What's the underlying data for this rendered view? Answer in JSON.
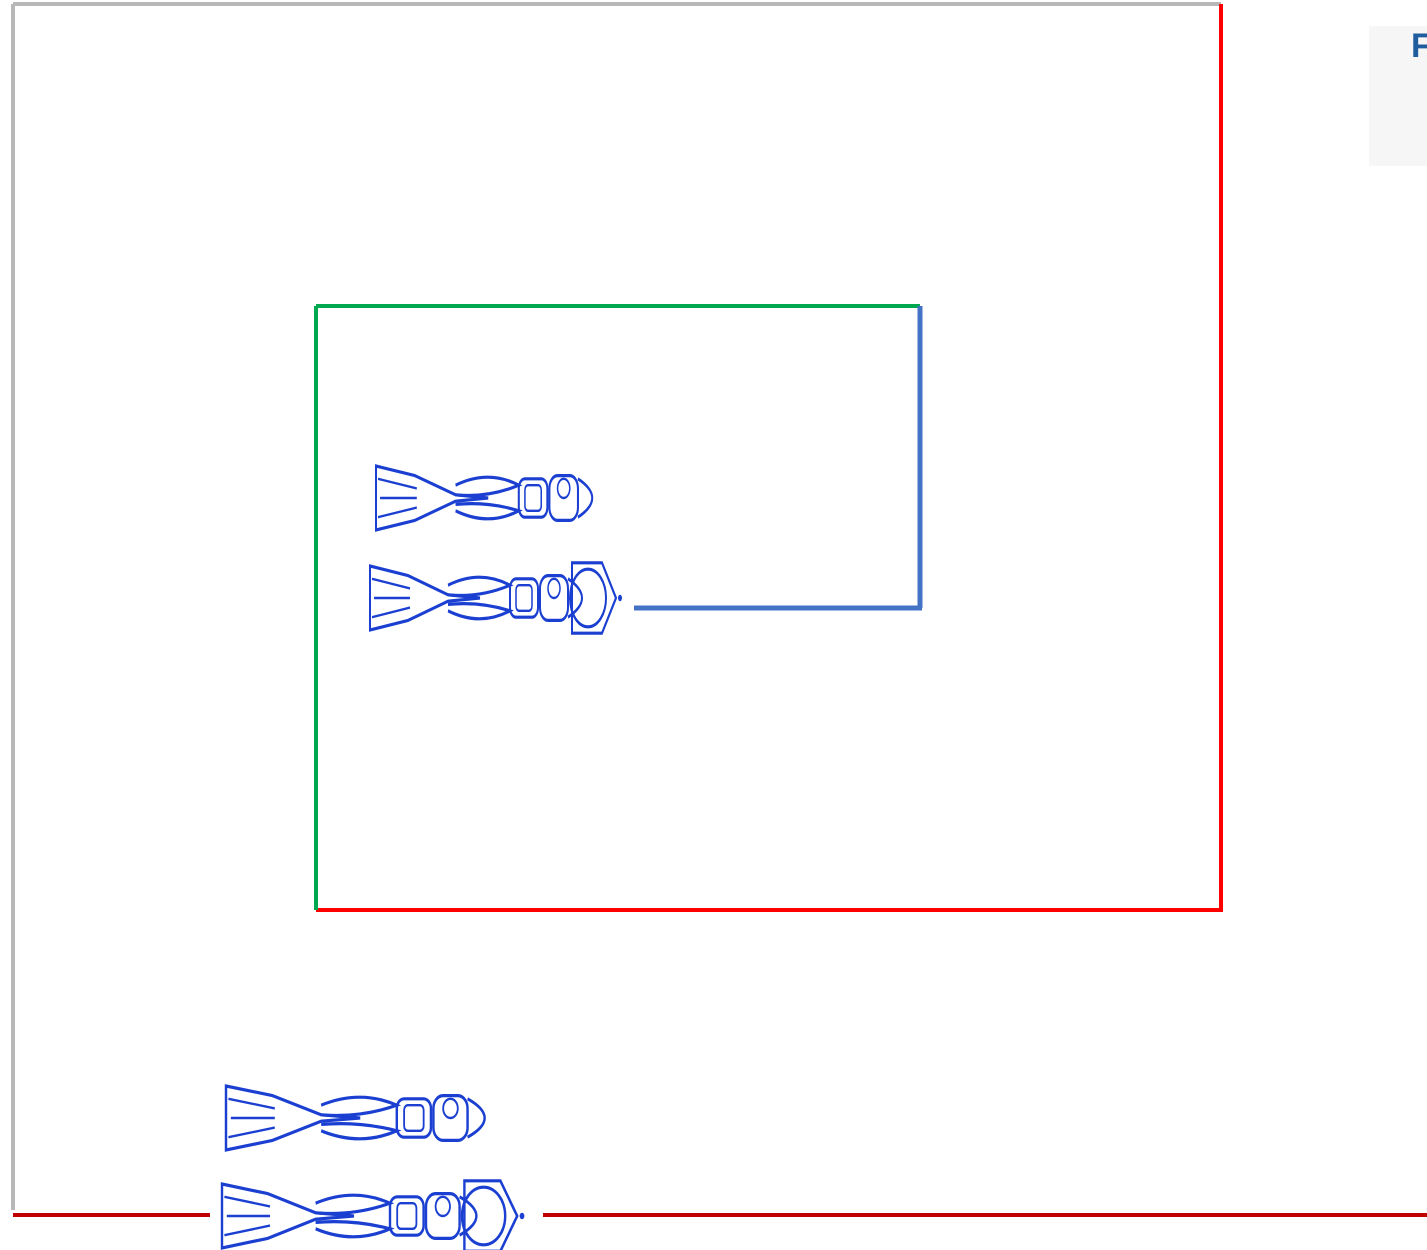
{
  "colors": {
    "outer_frame": "#b8b8b8",
    "red_path": "#ff0000",
    "green_path": "#00a84f",
    "blue_path": "#4472c4",
    "bottom_baseline": "#c00000",
    "diver_ink": "#1a3fd1",
    "label_text": "#1f5d9e"
  },
  "corner_label": {
    "text": "F"
  },
  "icons": {
    "diver": "swimming-diver-figure",
    "diver_with_float": "swimming-diver-with-float-figure"
  }
}
